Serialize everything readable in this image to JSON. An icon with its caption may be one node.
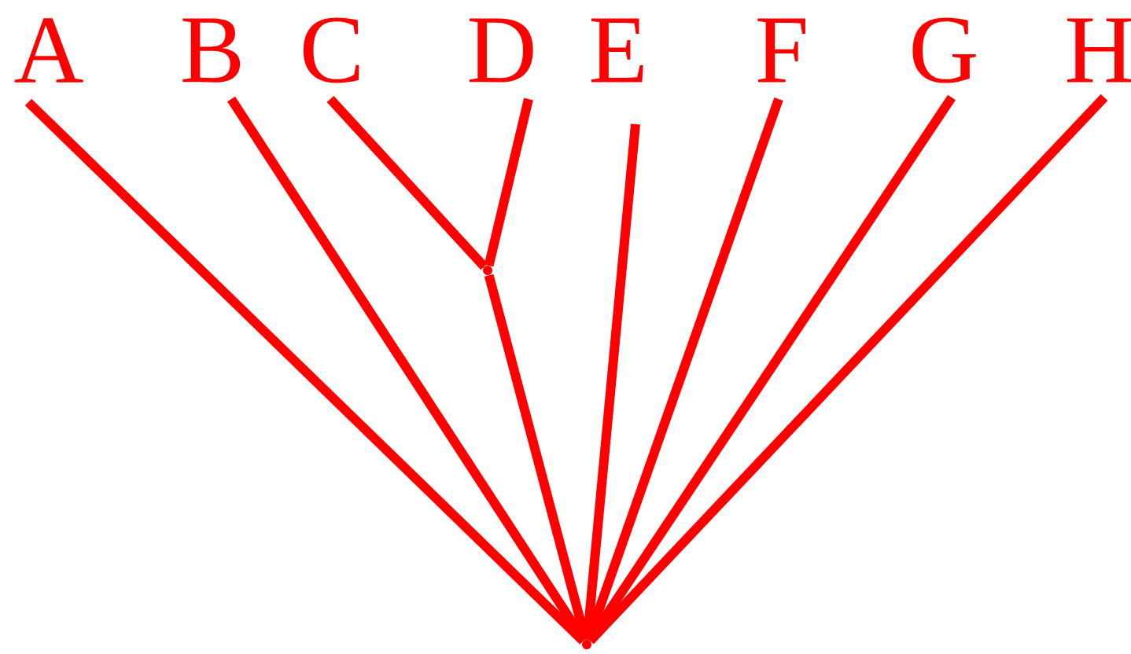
{
  "diagram": {
    "nodes": [
      {
        "text": [
          "A"
        ]
      },
      {
        "text": [
          "B"
        ]
      },
      {
        "text": [
          "C"
        ]
      },
      {
        "text": [
          "D"
        ]
      },
      {
        "text": [
          "E"
        ]
      },
      {
        "text": [
          "F"
        ]
      },
      {
        "text": [
          "G"
        ]
      },
      {
        "text": [
          "H"
        ]
      },
      {
        "text": [],
        "shape": "point"
      },
      {
        "text": [],
        "shape": "point"
      }
    ],
    "edges": [
      {
        "from": 0,
        "to": 9,
        "arrow": "none"
      },
      {
        "from": 1,
        "to": 9,
        "arrow": "none"
      },
      {
        "from": 2,
        "to": 8,
        "arrow": "none"
      },
      {
        "from": 3,
        "to": 8,
        "arrow": "none"
      },
      {
        "from": 8,
        "to": 9,
        "arrow": "none"
      },
      {
        "from": 4,
        "to": 9,
        "arrow": "none"
      },
      {
        "from": 5,
        "to": 9,
        "arrow": "none"
      },
      {
        "from": 6,
        "to": 9,
        "arrow": "none"
      },
      {
        "from": 7,
        "to": 9,
        "arrow": "none"
      }
    ]
  }
}
